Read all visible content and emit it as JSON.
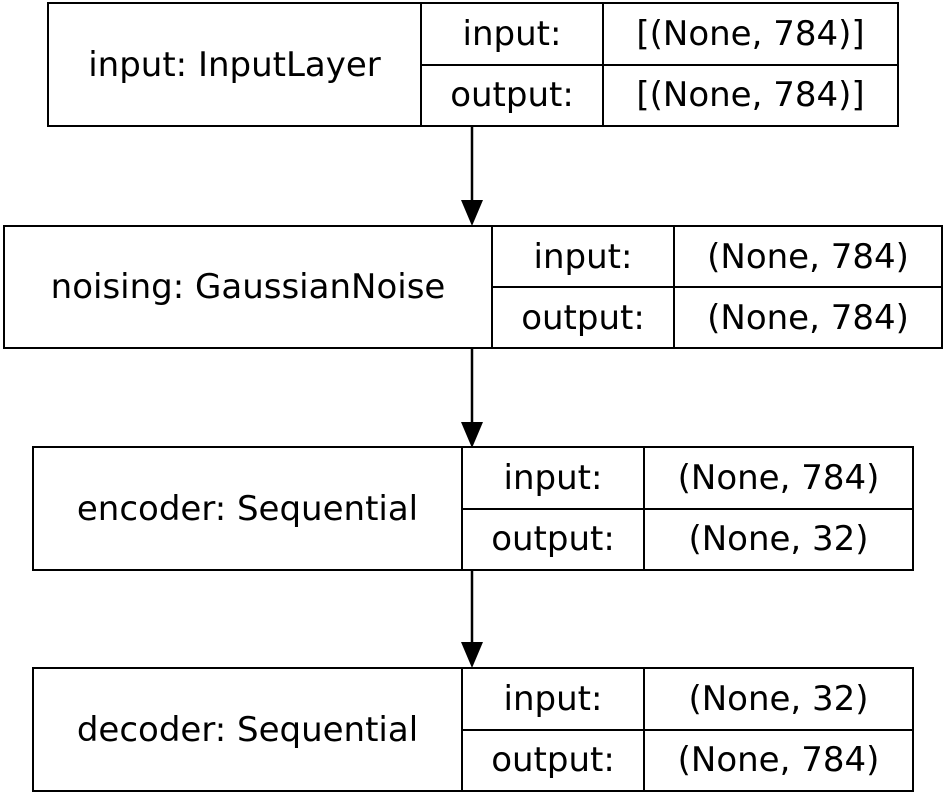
{
  "nodes": [
    {
      "name": "input: InputLayer",
      "input_label": "input:",
      "input_value": "[(None, 784)]",
      "output_label": "output:",
      "output_value": "[(None, 784)]"
    },
    {
      "name": "noising: GaussianNoise",
      "input_label": "input:",
      "input_value": "(None, 784)",
      "output_label": "output:",
      "output_value": "(None, 784)"
    },
    {
      "name": "encoder: Sequential",
      "input_label": "input:",
      "input_value": "(None, 784)",
      "output_label": "output:",
      "output_value": "(None, 32)"
    },
    {
      "name": "decoder: Sequential",
      "input_label": "input:",
      "input_value": "(None, 32)",
      "output_label": "output:",
      "output_value": "(None, 784)"
    }
  ]
}
